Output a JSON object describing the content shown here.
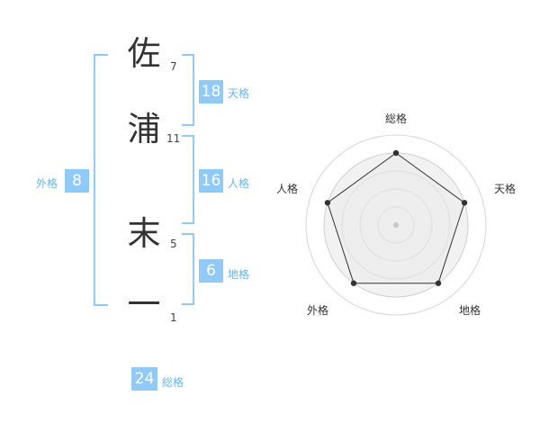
{
  "name": {
    "chars": [
      {
        "char": "佐",
        "strokes": "7"
      },
      {
        "char": "浦",
        "strokes": "11"
      },
      {
        "char": "末",
        "strokes": "5"
      },
      {
        "char": "一",
        "strokes": "1"
      }
    ]
  },
  "kakusu": {
    "tenkaku": {
      "value": "18",
      "label": "天格"
    },
    "jinkaku": {
      "value": "16",
      "label": "人格"
    },
    "chikaku": {
      "value": "6",
      "label": "地格"
    },
    "gaikaku": {
      "value": "8",
      "label": "外格"
    },
    "soukaku": {
      "value": "24",
      "label": "総格"
    }
  },
  "colors": {
    "accent": "#90CAF9",
    "accent_text": "#64b5f6",
    "text": "#333333"
  },
  "chart_data": {
    "type": "radar",
    "axes": [
      "総格",
      "天格",
      "地格",
      "外格",
      "人格"
    ],
    "values": [
      4,
      4,
      4,
      4,
      4
    ],
    "max": 5,
    "rings": 4,
    "grid": true
  }
}
